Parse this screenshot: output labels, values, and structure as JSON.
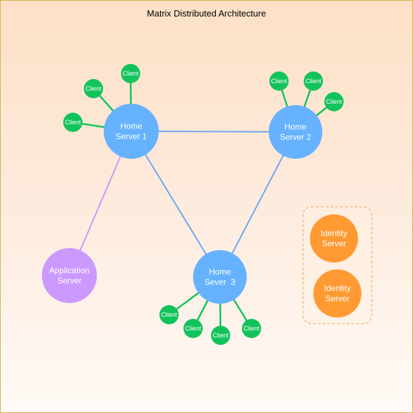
{
  "title": "Matrix Distributed Architecture",
  "colors": {
    "home_server": "#66b2ff",
    "client": "#12c35b",
    "application_server": "#cc99ff",
    "identity_server": "#ff9a33",
    "server_link": "#6aa8f0",
    "client_link": "#12c35b",
    "app_link": "#c89af8",
    "identity_group_border": "#e8a060"
  },
  "home_servers": [
    {
      "id": "hs1",
      "lines": [
        "Home",
        "Server 1"
      ]
    },
    {
      "id": "hs2",
      "lines": [
        "Home",
        "Server 2"
      ]
    },
    {
      "id": "hs3",
      "lines": [
        "Home",
        "Sever  3"
      ]
    }
  ],
  "server_links": [
    [
      "hs1",
      "hs2"
    ],
    [
      "hs1",
      "hs3"
    ],
    [
      "hs2",
      "hs3"
    ]
  ],
  "clients": [
    {
      "id": "c1",
      "label": "Client",
      "server": "hs1"
    },
    {
      "id": "c2",
      "label": "Client",
      "server": "hs1"
    },
    {
      "id": "c3",
      "label": "Client",
      "server": "hs1"
    },
    {
      "id": "c4",
      "label": "Client",
      "server": "hs2"
    },
    {
      "id": "c5",
      "label": "Client",
      "server": "hs2"
    },
    {
      "id": "c6",
      "label": "Client",
      "server": "hs2"
    },
    {
      "id": "c7",
      "label": "Client",
      "server": "hs3"
    },
    {
      "id": "c8",
      "label": "Client",
      "server": "hs3"
    },
    {
      "id": "c9",
      "label": "Client",
      "server": "hs3"
    },
    {
      "id": "c10",
      "label": "Client",
      "server": "hs3"
    }
  ],
  "application_server": {
    "id": "app",
    "lines": [
      "Application",
      "Server"
    ],
    "server": "hs1"
  },
  "identity_servers": [
    {
      "id": "id1",
      "lines": [
        "Identity",
        "Server"
      ]
    },
    {
      "id": "id2",
      "lines": [
        "Identity",
        "Server"
      ]
    }
  ]
}
